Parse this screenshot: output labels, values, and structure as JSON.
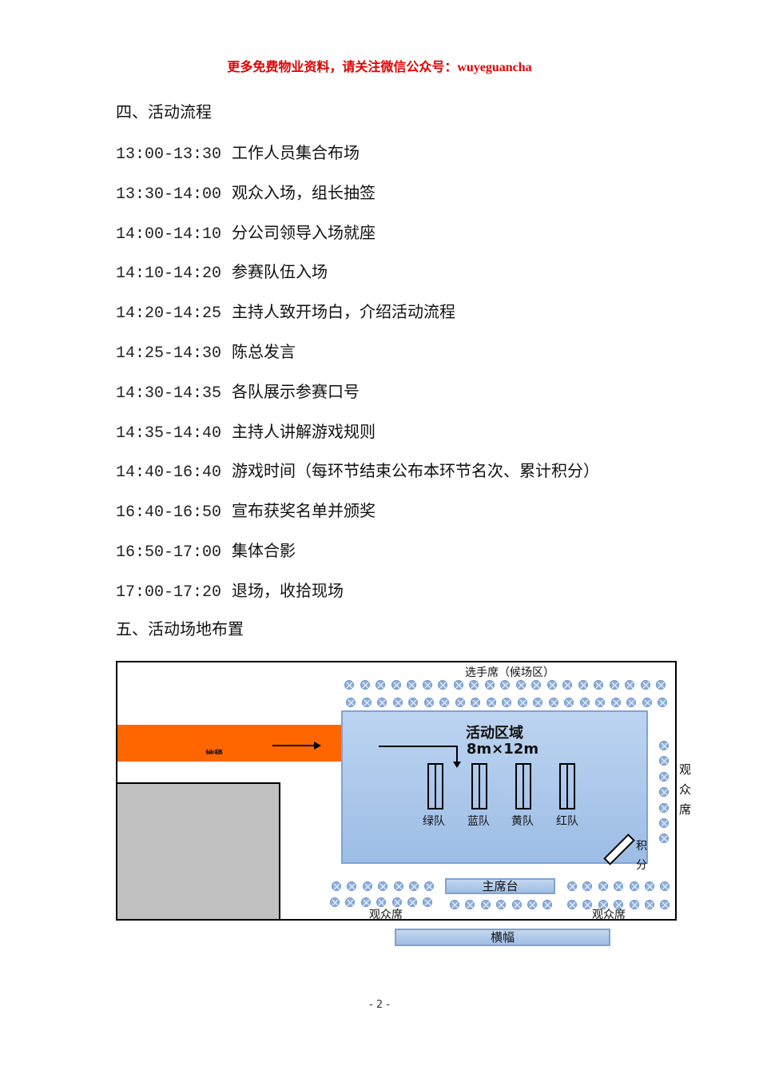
{
  "header_note": "更多免费物业资料，请关注微信公众号：wuyeguancha",
  "section4_title": "四、活动流程",
  "schedule": [
    {
      "time": "13:00-13:30",
      "item": "工作人员集合布场"
    },
    {
      "time": "13:30-14:00",
      "item": "观众入场，组长抽签"
    },
    {
      "time": "14:00-14:10",
      "item": "分公司领导入场就座"
    },
    {
      "time": "14:10-14:20",
      "item": "参赛队伍入场"
    },
    {
      "time": "14:20-14:25",
      "item": "主持人致开场白，介绍活动流程"
    },
    {
      "time": "14:25-14:30",
      "item": "陈总发言"
    },
    {
      "time": "14:30-14:35",
      "item": "各队展示参赛口号"
    },
    {
      "time": "14:35-14:40",
      "item": "主持人讲解游戏规则"
    },
    {
      "time": "14:40-16:40",
      "item": "游戏时间（每环节结束公布本环节名次、累计积分）"
    },
    {
      "time": "16:40-16:50",
      "item": "宣布获奖名单并颁奖"
    },
    {
      "time": "16:50-17:00",
      "item": "集体合影"
    },
    {
      "time": "17:00-17:20",
      "item": "退场，收拾现场"
    }
  ],
  "section5_title": "五、活动场地布置",
  "diagram": {
    "players_seats": "选手席（候场区）",
    "carpet": "地毯",
    "area_title": "活动区域",
    "area_size": "8m×12m",
    "teams": [
      "绿队",
      "蓝队",
      "黄队",
      "红队"
    ],
    "score": "积分",
    "audience_right": "观众席",
    "main_stage": "主席台",
    "audience_left": "观众席",
    "audience_bottom_right": "观众席",
    "banner": "横幅",
    "colors": {
      "carpet": "#ff6600",
      "area": "#a9c6ea",
      "gray_block": "#c0c0c0"
    }
  },
  "page_number": "- 2 -"
}
